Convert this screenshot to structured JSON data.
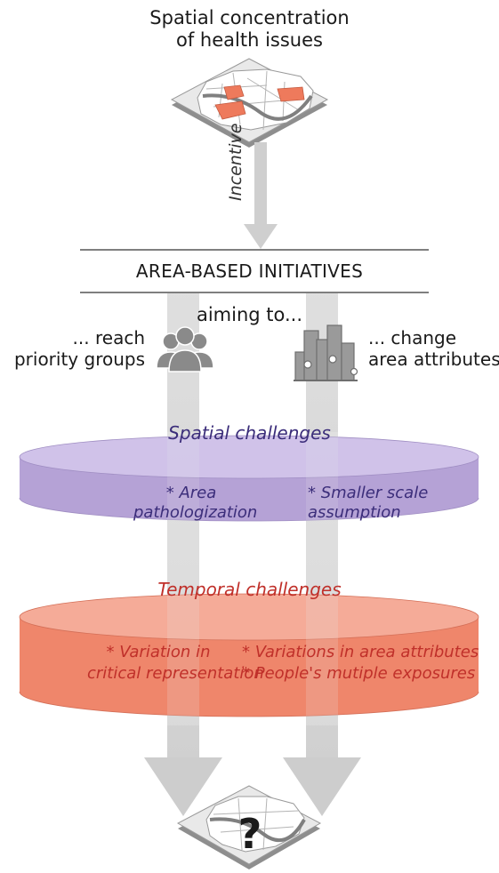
{
  "top": {
    "title_line1": "Spatial concentration",
    "title_line2": "of health issues"
  },
  "arrow_label": "Incentive",
  "initiatives": {
    "title": "AREA-BASED INITIATIVES",
    "aiming": "aiming to..."
  },
  "goals": {
    "left_line1": "... reach",
    "left_line2": "priority groups",
    "right_line1": "... change",
    "right_line2": "area attributes"
  },
  "spatial": {
    "heading": "Spatial challenges",
    "left_line1": "* Area",
    "left_line2": "pathologization",
    "right_line1": "* Smaller scale",
    "right_line2": "assumption",
    "color": "#b9a8d9"
  },
  "temporal": {
    "heading": "Temporal challenges",
    "left_line1": "* Variation in",
    "left_line2": "critical representation",
    "right_line1": "* Variations in area attributes",
    "right_line2": "* People's mutiple exposures",
    "color": "#f08a72"
  },
  "bottom": {
    "question_mark": "?"
  },
  "icons": {
    "people": "people-group-icon",
    "city": "city-buildings-icon"
  },
  "colors": {
    "highlight_area": "#ee7a5c",
    "arrow_gray": "#d3d3d3"
  }
}
